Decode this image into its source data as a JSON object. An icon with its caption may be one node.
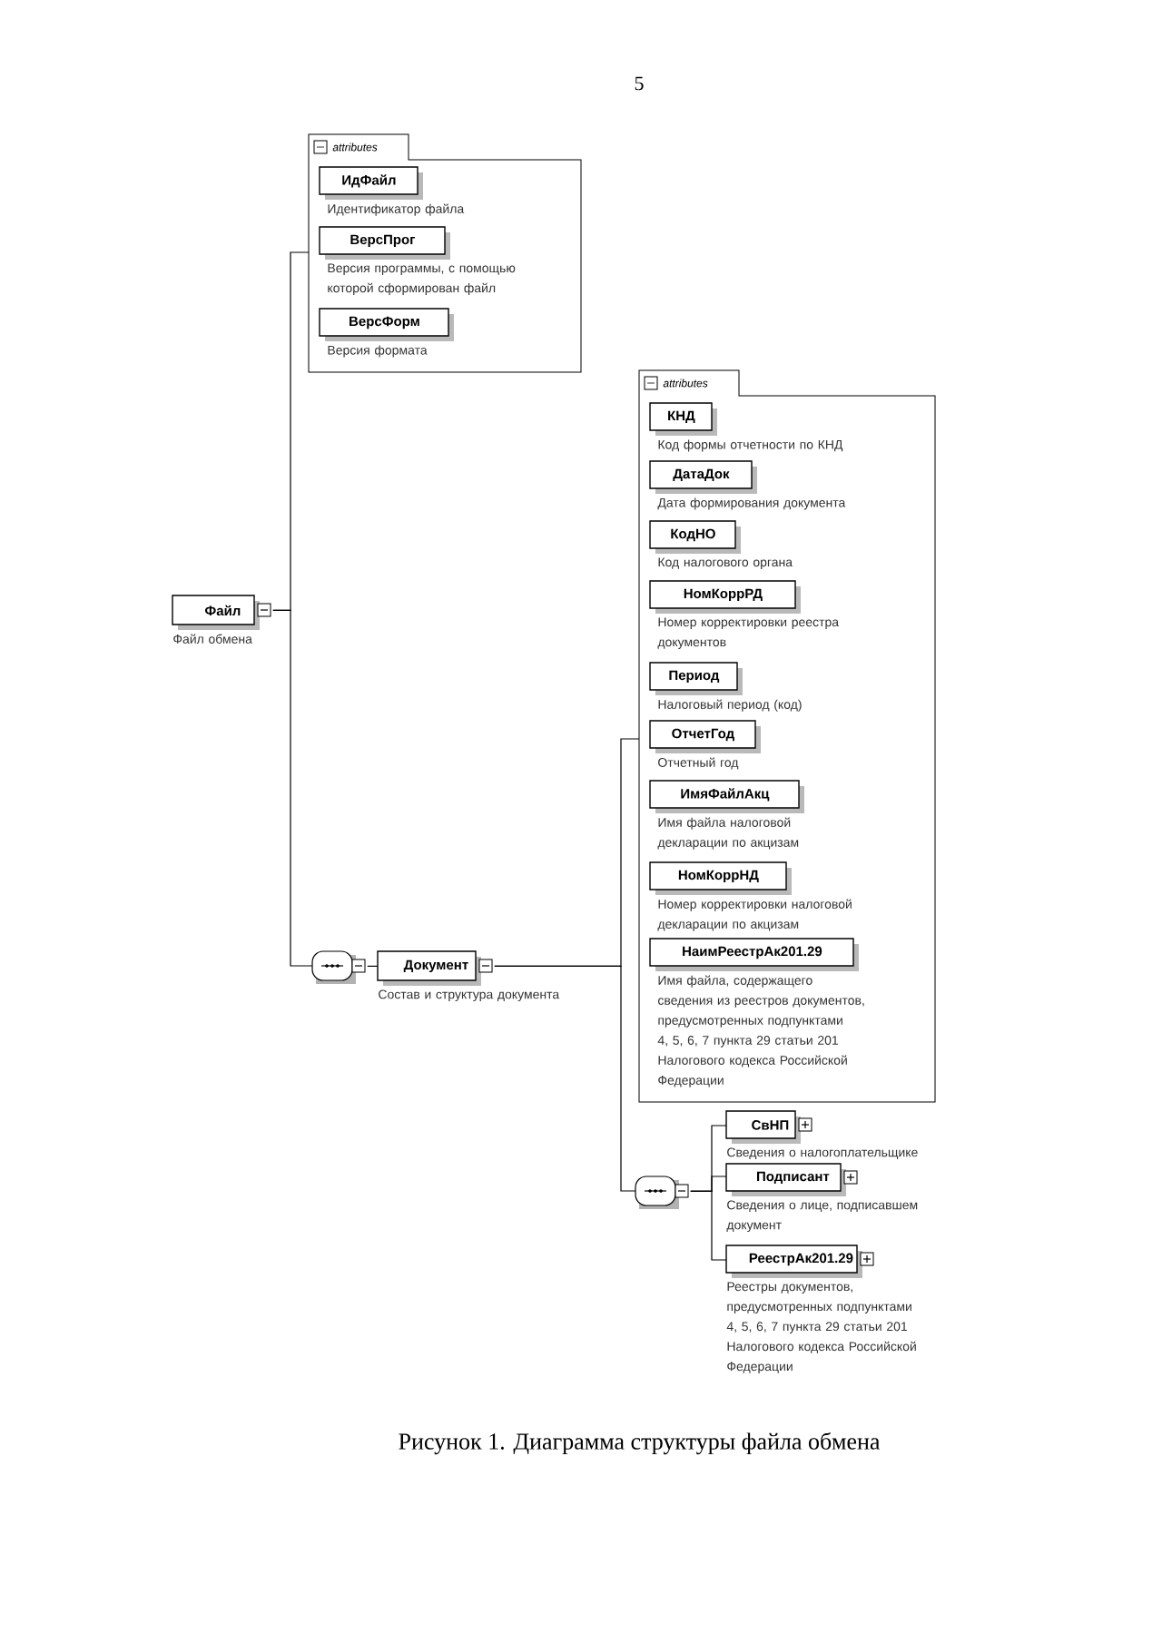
{
  "diagram": {
    "caption": "Рисунок 1. Диаграмма структуры файла обмена",
    "nodes": [
      {
        "text": [
          "Файл"
        ],
        "beside": [
          "Файл обмена"
        ]
      },
      {
        "text": [
          "attributes"
        ]
      },
      {
        "text": [
          "ИдФайл"
        ],
        "in": 1,
        "beside": [
          "Идентификатор файла"
        ]
      },
      {
        "text": [
          "ВерсПрог"
        ],
        "in": 1,
        "beside": [
          "Версия программы, с помощью которой сформирован файл"
        ]
      },
      {
        "text": [
          "ВерсФорм"
        ],
        "in": 1,
        "beside": [
          "Версия формата"
        ]
      },
      {
        "text": [],
        "shape": "box"
      },
      {
        "text": [
          "Документ"
        ],
        "beside": [
          "Состав и структура документа"
        ]
      },
      {
        "text": [
          "attributes"
        ]
      },
      {
        "text": [
          "КНД"
        ],
        "in": 7,
        "beside": [
          "Код формы отчетности по КНД"
        ]
      },
      {
        "text": [
          "ДатаДок"
        ],
        "in": 7,
        "beside": [
          "Дата формирования документа"
        ]
      },
      {
        "text": [
          "КодНО"
        ],
        "in": 7,
        "beside": [
          "Код налогового органа"
        ]
      },
      {
        "text": [
          "НомКоррРД"
        ],
        "in": 7,
        "beside": [
          "Номер корректировки реестра документов"
        ]
      },
      {
        "text": [
          "Период"
        ],
        "in": 7,
        "beside": [
          "Налоговый период (код)"
        ]
      },
      {
        "text": [
          "ОтчетГод"
        ],
        "in": 7,
        "beside": [
          "Отчетный год"
        ]
      },
      {
        "text": [
          "ИмяФайлАкц"
        ],
        "in": 7,
        "beside": [
          "Имя файла налоговой декларации по акцизам"
        ]
      },
      {
        "text": [
          "НомКоррНД"
        ],
        "in": 7,
        "beside": [
          "Номер корректировки налоговой декларации по акцизам"
        ]
      },
      {
        "text": [
          "НаимРеестрАк201.29"
        ],
        "in": 7,
        "beside": [
          "Имя файла, содержащего сведения из реестров документов, предусмотренных подпунктами 4, 5, 6, 7 пункта 29 статьи 201 Налогового кодекса Российской Федерации"
        ]
      },
      {
        "text": [],
        "shape": "box"
      },
      {
        "text": [
          "СвНП"
        ],
        "beside": [
          "Сведения о налогоплательщике"
        ]
      },
      {
        "text": [
          "Подписант"
        ],
        "beside": [
          "Сведения о лице, подписавшем документ"
        ]
      },
      {
        "text": [
          "РеестрАк201.29"
        ],
        "beside": [
          "Реестры документов, предусмотренных подпунктами 4, 5, 6, 7 пункта 29 статьи 201 Налогового кодекса Российской Федерации"
        ]
      }
    ],
    "edges": [
      {
        "from": 0,
        "to": 1,
        "arrow": "none"
      },
      {
        "from": 0,
        "to": 5,
        "arrow": "none"
      },
      {
        "from": 5,
        "to": 6,
        "arrow": "none"
      },
      {
        "from": 6,
        "to": 7,
        "arrow": "none"
      },
      {
        "from": 6,
        "to": 17,
        "arrow": "none"
      },
      {
        "from": 17,
        "to": 18,
        "arrow": "none"
      },
      {
        "from": 17,
        "to": 19,
        "arrow": "none"
      },
      {
        "from": 17,
        "to": 20,
        "arrow": "none"
      }
    ],
    "labels": [
      "5"
    ]
  }
}
